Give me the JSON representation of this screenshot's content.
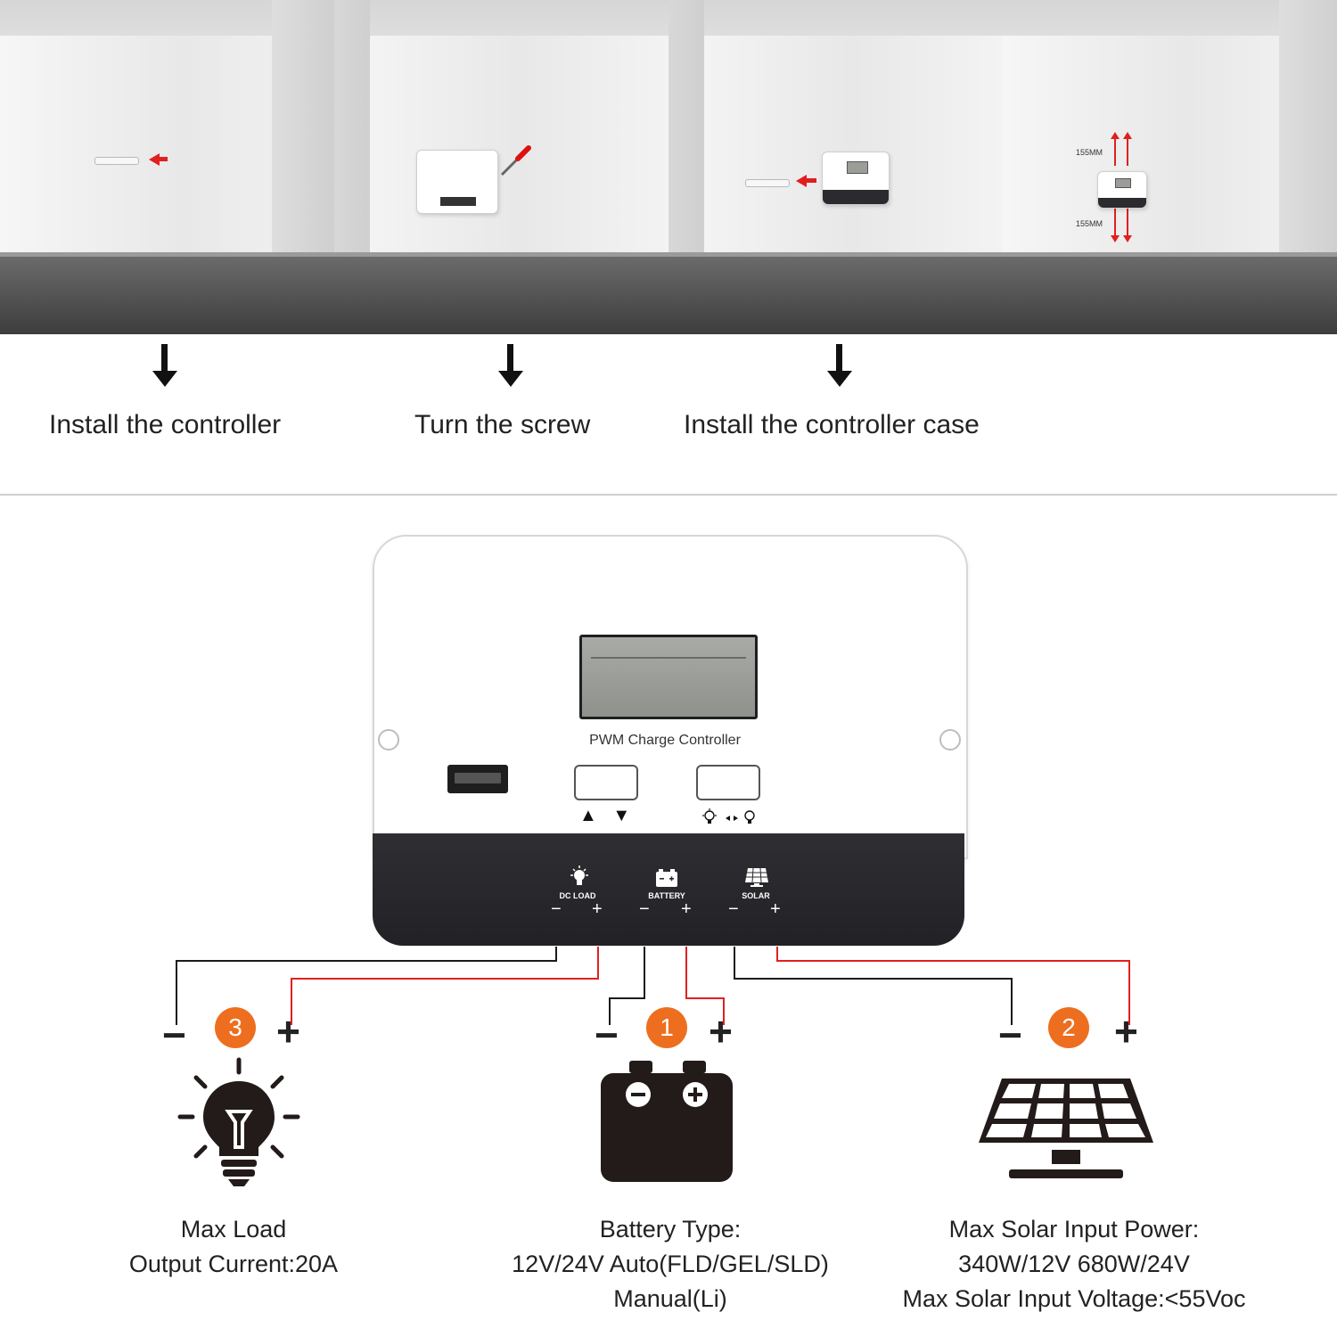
{
  "steps": [
    {
      "caption": "Install the controller"
    },
    {
      "caption": "Turn the screw"
    },
    {
      "caption": "Install the controller case"
    }
  ],
  "spacing": {
    "top_label": "155MM",
    "bottom_label": "155MM"
  },
  "controller": {
    "product_name": "PWM Charge Controller",
    "button_left_glyphs": "▲ ▼",
    "terminals": [
      {
        "label": "DC LOAD",
        "minus": "−",
        "plus": "+"
      },
      {
        "label": "BATTERY",
        "minus": "−",
        "plus": "+"
      },
      {
        "label": "SOLAR",
        "minus": "−",
        "plus": "+"
      }
    ]
  },
  "components": [
    {
      "id": "load",
      "step": "3",
      "minus": "−",
      "plus": "+",
      "lines": [
        "Max Load",
        "Output Current:20A"
      ],
      "icon": "lightbulb-icon"
    },
    {
      "id": "battery",
      "step": "1",
      "minus": "−",
      "plus": "+",
      "lines": [
        "Battery Type:",
        "12V/24V Auto(FLD/GEL/SLD)",
        "Manual(Li)"
      ],
      "icon": "battery-icon"
    },
    {
      "id": "solar",
      "step": "2",
      "minus": "−",
      "plus": "+",
      "lines": [
        "Max Solar Input Power:",
        "340W/12V 680W/24V",
        "Max Solar Input Voltage:<55Voc"
      ],
      "icon": "solar-panel-icon"
    }
  ],
  "colors": {
    "accent": "#ee6e1f",
    "negative_wire": "#1b1b1b",
    "positive_wire": "#e02020",
    "arrow_red": "#e01f1f"
  }
}
